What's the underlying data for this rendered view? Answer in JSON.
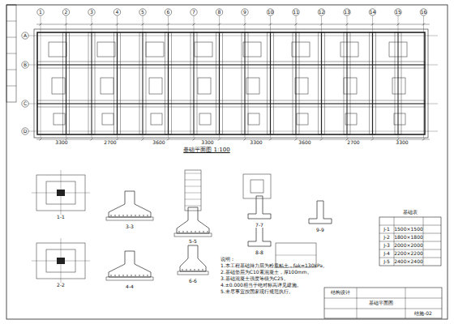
{
  "diagram": {
    "title": "基础平面图 1:100",
    "labels": [
      "1",
      "2",
      "3",
      "4",
      "5",
      "6",
      "7",
      "8",
      "9",
      "10",
      "11",
      "12",
      "13",
      "14",
      "15",
      "16",
      "A",
      "B",
      "C",
      "D",
      "3300",
      "2700",
      "3600",
      "3300",
      "3300",
      "3600",
      "2700",
      "3300",
      "1-1",
      "2-2",
      "3-3",
      "4-4",
      "5-5",
      "6-6",
      "7-7",
      "8-8",
      "9-9",
      "基础表",
      "J-1",
      "J-2",
      "J-3",
      "J-4",
      "J-5",
      "1500×1500",
      "1800×1800",
      "2000×2000",
      "2200×2200",
      "2400×2400",
      "说明：",
      "1.本工程基础持力层为粉质粘土，fak=130kPa。",
      "2.基础垫层为C10素混凝土，厚100mm。",
      "3.基础混凝土强度等级为C25。",
      "4.±0.000相当于绝对标高详见建施。",
      "5.未尽事宜按国家现行规范执行。",
      "结构设计",
      "基础平面图",
      "结施-02"
    ]
  }
}
